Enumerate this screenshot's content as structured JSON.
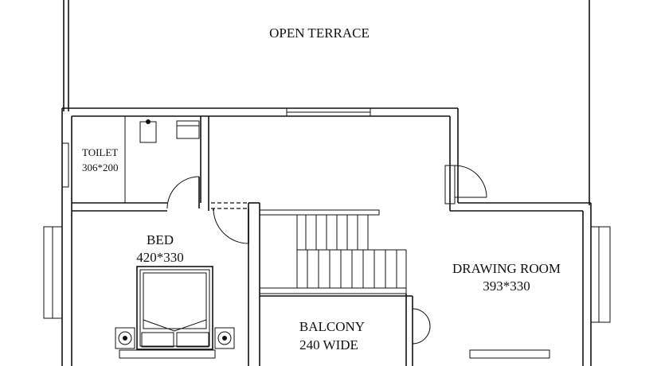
{
  "rooms": {
    "terrace": {
      "name": "OPEN TERRACE"
    },
    "toilet": {
      "name": "TOILET",
      "size": "306*200"
    },
    "bed": {
      "name": "BED",
      "size": "420*330"
    },
    "drawing": {
      "name": "DRAWING ROOM",
      "size": "393*330"
    },
    "balcony": {
      "name": "BALCONY",
      "size": "240 WIDE"
    }
  }
}
